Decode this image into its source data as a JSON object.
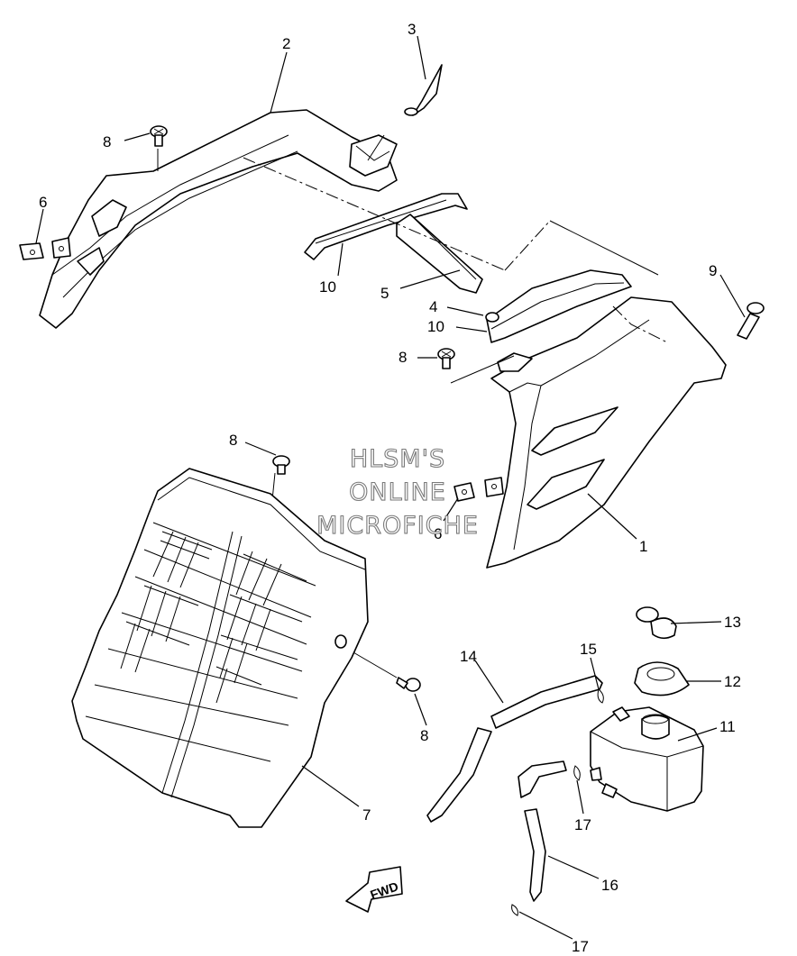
{
  "callouts": [
    {
      "id": "c1",
      "label": "1"
    },
    {
      "id": "c2",
      "label": "2"
    },
    {
      "id": "c3",
      "label": "3"
    },
    {
      "id": "c4",
      "label": "4"
    },
    {
      "id": "c5",
      "label": "5"
    },
    {
      "id": "c6a",
      "label": "6"
    },
    {
      "id": "c6b",
      "label": "6"
    },
    {
      "id": "c7",
      "label": "7"
    },
    {
      "id": "c8a",
      "label": "8"
    },
    {
      "id": "c8b",
      "label": "8"
    },
    {
      "id": "c8c",
      "label": "8"
    },
    {
      "id": "c8d",
      "label": "8"
    },
    {
      "id": "c9",
      "label": "9"
    },
    {
      "id": "c10a",
      "label": "10"
    },
    {
      "id": "c10b",
      "label": "10"
    },
    {
      "id": "c11",
      "label": "11"
    },
    {
      "id": "c12",
      "label": "12"
    },
    {
      "id": "c13",
      "label": "13"
    },
    {
      "id": "c14",
      "label": "14"
    },
    {
      "id": "c15",
      "label": "15"
    },
    {
      "id": "c16",
      "label": "16"
    },
    {
      "id": "c17a",
      "label": "17"
    },
    {
      "id": "c17b",
      "label": "17"
    }
  ],
  "watermark": {
    "line1": "HLSM'S",
    "line2": "ONLINE",
    "line3": "MICROFICHE"
  },
  "fwd_arrow": {
    "label": "FWD"
  }
}
